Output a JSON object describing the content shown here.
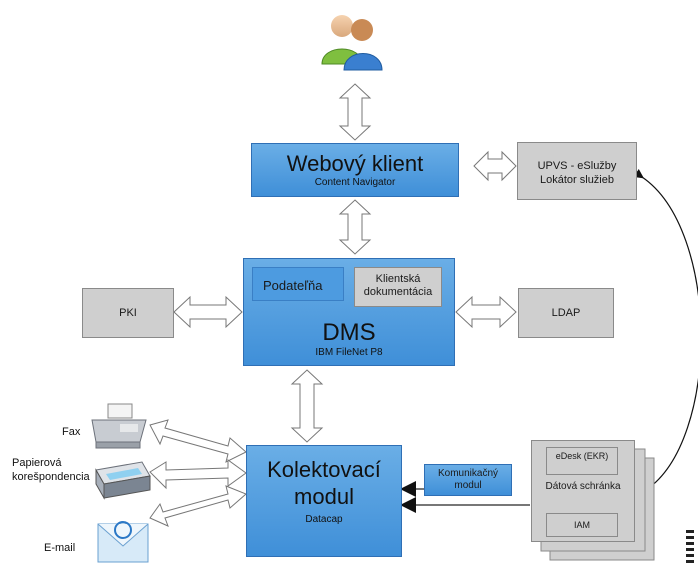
{
  "webovy_klient": {
    "title": "Webový klient",
    "subtitle": "Content Navigator"
  },
  "dms": {
    "title": "DMS",
    "subtitle": "IBM FileNet P8",
    "podatelna": "Podateľňa",
    "klientska": "Klientská dokumentácia"
  },
  "kolektovaci": {
    "title": "Kolektovací modul",
    "subtitle": "Datacap"
  },
  "upvs": {
    "label": "UPVS - eSlužby Lokátor služieb"
  },
  "pki": {
    "label": "PKI"
  },
  "ldap": {
    "label": "LDAP"
  },
  "komunikacny": {
    "label": "Komunikačný modul"
  },
  "datova": {
    "label": "Dátová schránka",
    "edesk": "eDesk (EKR)",
    "iam": "IAM"
  },
  "inputs": {
    "fax": "Fax",
    "paper": "Papierová korešpondencia",
    "email": "E-mail"
  },
  "icons": [
    "users-icon",
    "fax-icon",
    "scanner-icon",
    "email-icon"
  ]
}
